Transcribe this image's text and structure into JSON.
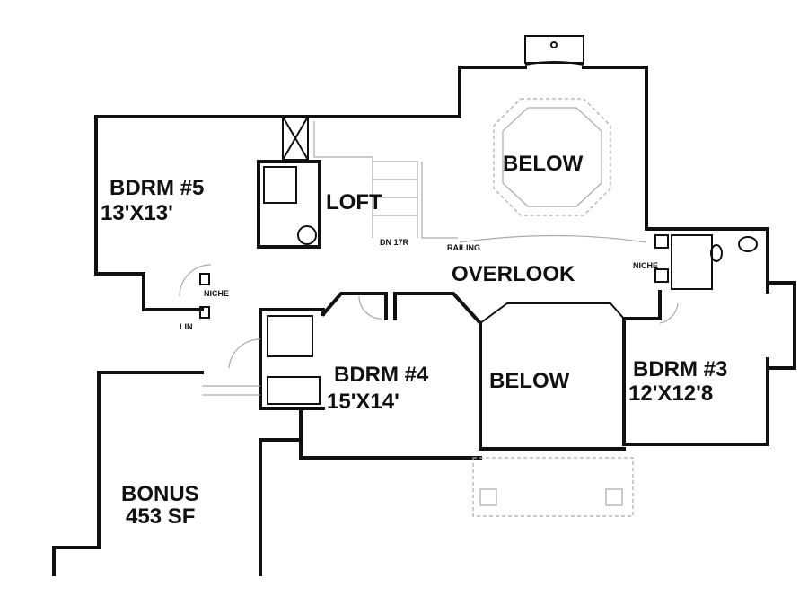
{
  "rooms": {
    "bdrm5": {
      "name": "BDRM #5",
      "size": "13'X13'"
    },
    "loft": {
      "name": "LOFT"
    },
    "below_top": {
      "name": "BELOW"
    },
    "overlook": {
      "name": "OVERLOOK"
    },
    "bdrm4": {
      "name": "BDRM #4",
      "size": "15'X14'"
    },
    "below_bottom": {
      "name": "BELOW"
    },
    "bdrm3": {
      "name": "BDRM #3",
      "size": "12'X12'8"
    },
    "bonus": {
      "name": "BONUS",
      "size": "453 SF"
    }
  },
  "notes": {
    "niche_left": "NICHE",
    "niche_right": "NICHE",
    "linen": "LIN",
    "stairs": "DN 17R",
    "railing": "RAILING"
  }
}
